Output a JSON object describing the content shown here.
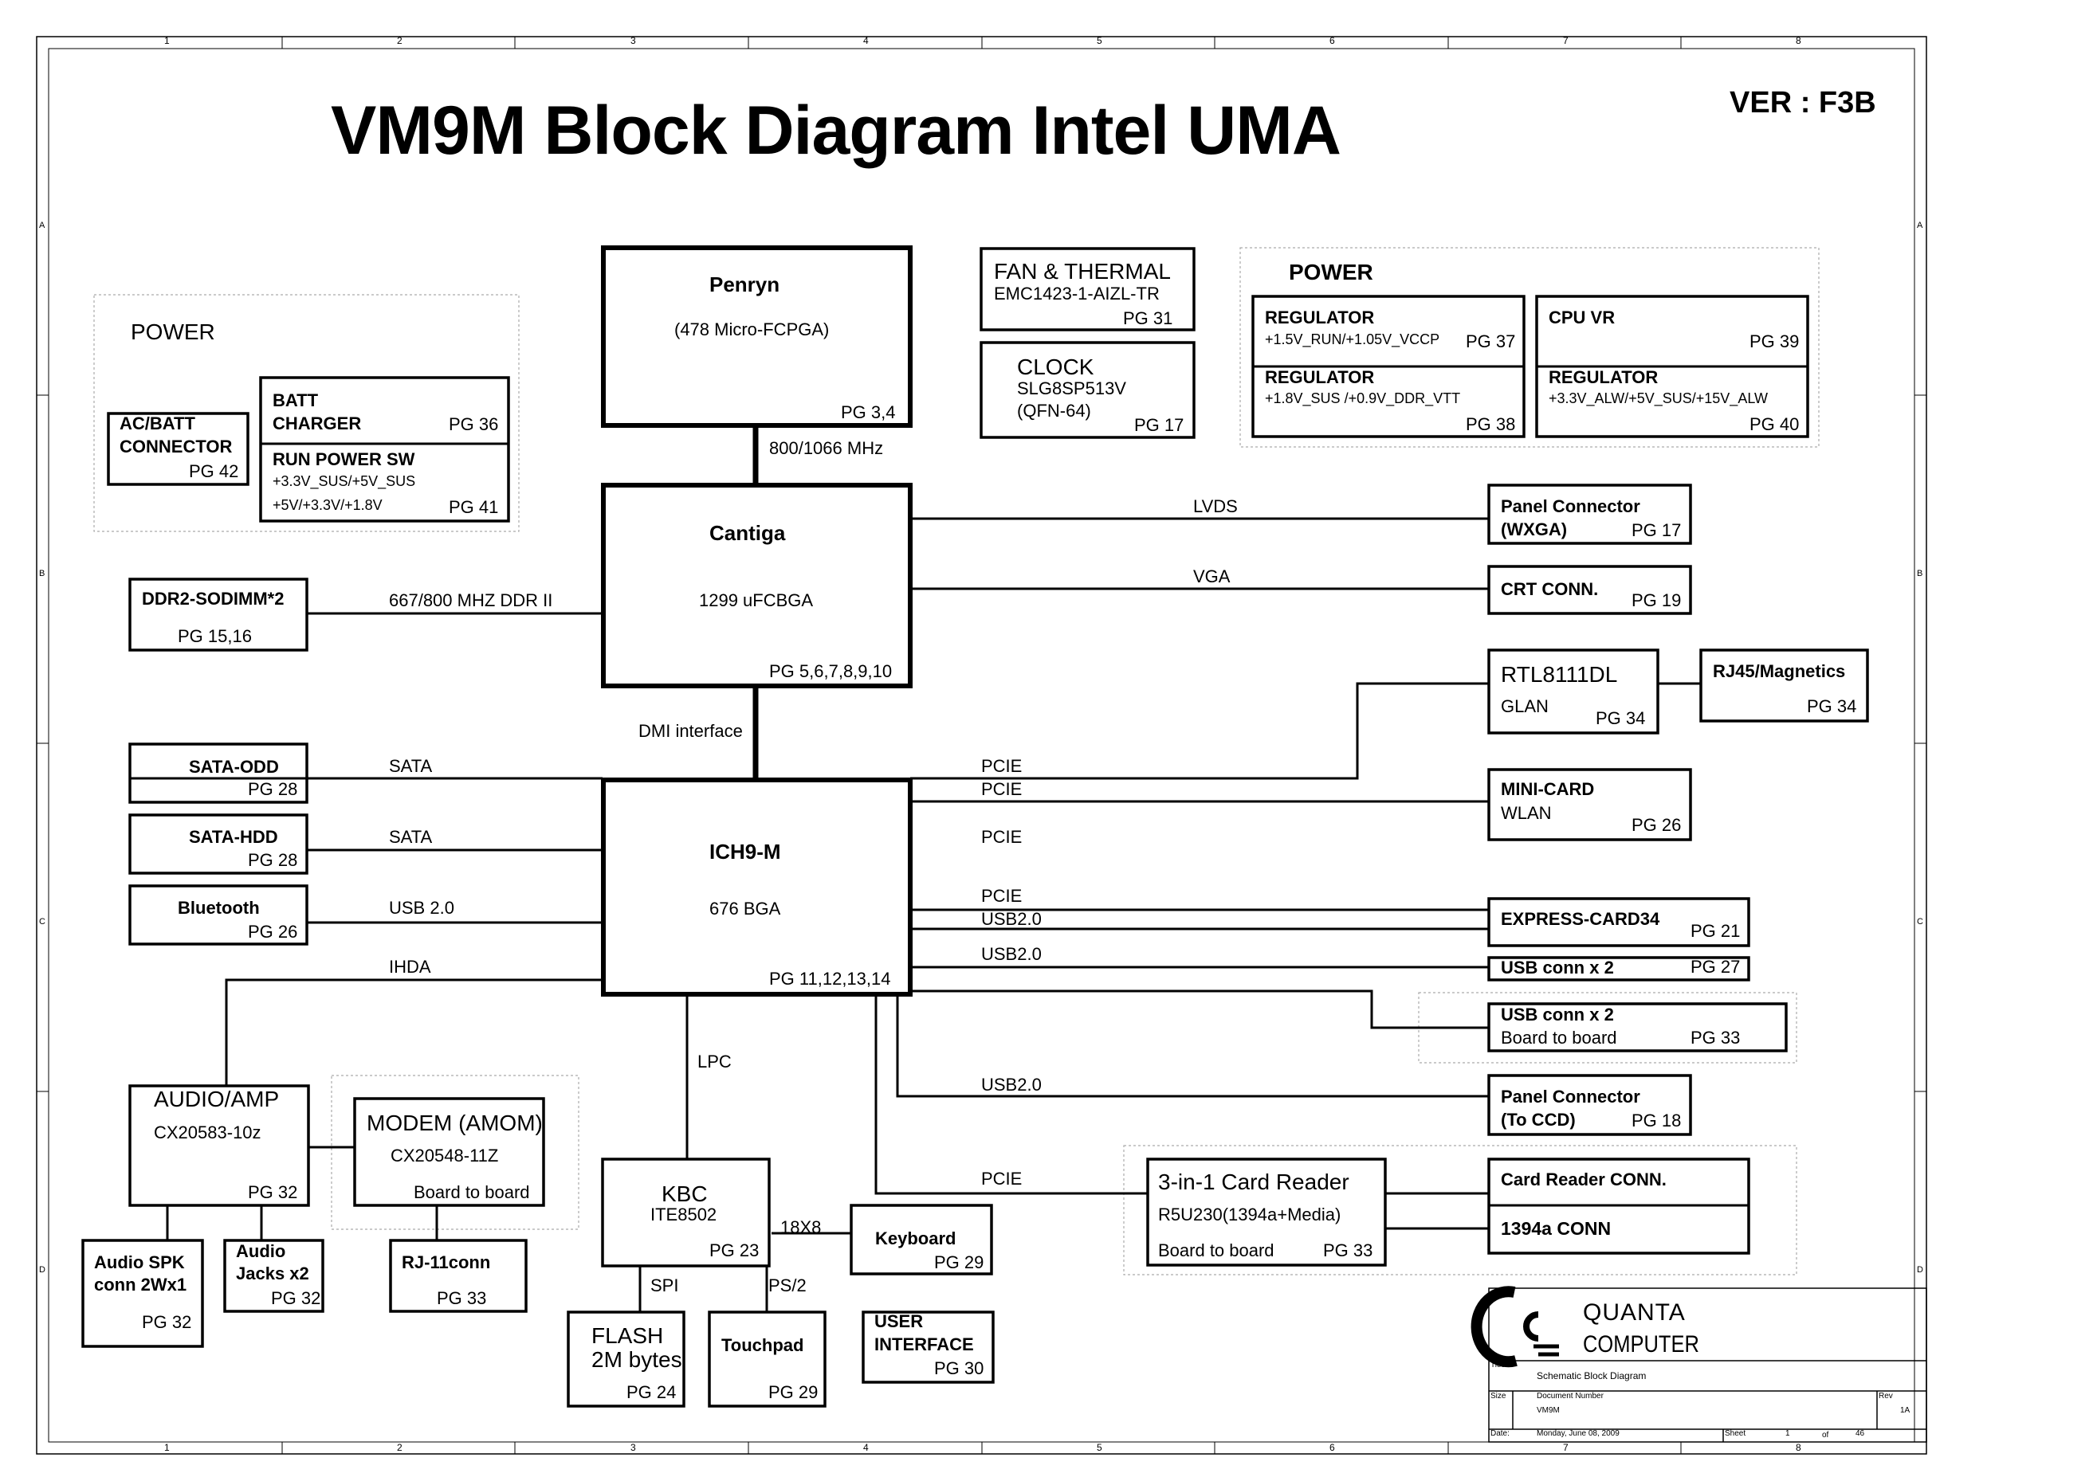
{
  "title": "VM9M Block Diagram Intel UMA",
  "version": "VER : F3B",
  "frame": {
    "col_numbers": [
      "1",
      "2",
      "3",
      "4",
      "5",
      "6",
      "7",
      "8"
    ],
    "row_letters": [
      "A",
      "B",
      "C",
      "D"
    ]
  },
  "blocks": {
    "cpu": {
      "name": "Penryn",
      "package": "(478 Micro-FCPGA)",
      "page": "PG 3,4"
    },
    "fsb": "800/1066 MHz",
    "nb": {
      "name": "Cantiga",
      "package": "1299 uFCBGA",
      "page": "PG 5,6,7,8,9,10"
    },
    "dmi": "DMI interface",
    "sb": {
      "name": "ICH9-M",
      "package": "676 BGA",
      "page": "PG 11,12,13,14"
    },
    "fan": {
      "line1": "FAN & THERMAL",
      "line2": "EMC1423-1-AIZL-TR",
      "page": "PG 31"
    },
    "clock": {
      "line1": "CLOCK",
      "line2": "SLG8SP513V",
      "line3": "(QFN-64)",
      "page": "PG 17"
    },
    "power_left": {
      "group_label": "POWER",
      "acbatt": {
        "line1": "AC/BATT",
        "line2": "CONNECTOR",
        "page": "PG 42"
      },
      "charger": {
        "line1": "BATT",
        "line2": "CHARGER",
        "page": "PG 36"
      },
      "runsw": {
        "line1": "RUN POWER SW",
        "line2": "+3.3V_SUS/+5V_SUS",
        "line3": "+5V/+3.3V/+1.8V",
        "page": "PG 41"
      }
    },
    "power_right": {
      "group_label": "POWER",
      "reg1": {
        "name": "REGULATOR",
        "rails": "+1.5V_RUN/+1.05V_VCCP",
        "page": "PG 37"
      },
      "reg2": {
        "name": "REGULATOR",
        "rails": "+1.8V_SUS /+0.9V_DDR_VTT",
        "page": "PG 38"
      },
      "cpuvr": {
        "name": "CPU VR",
        "page": "PG 39"
      },
      "reg3": {
        "name": "REGULATOR",
        "rails": "+3.3V_ALW/+5V_SUS/+15V_ALW",
        "page": "PG 40"
      }
    },
    "ddr": {
      "name": "DDR2-SODIMM*2",
      "page": "PG 15,16",
      "link": "667/800 MHZ DDR II"
    },
    "sata_odd": {
      "name": "SATA-ODD",
      "page": "PG 28",
      "link": "SATA"
    },
    "sata_hdd": {
      "name": "SATA-HDD",
      "page": "PG 28",
      "link": "SATA"
    },
    "bluetooth": {
      "name": "Bluetooth",
      "page": "PG 26",
      "link": "USB 2.0"
    },
    "ihda": "IHDA",
    "audio": {
      "line1": "AUDIO/AMP",
      "line2": "CX20583-10z",
      "page": "PG 32"
    },
    "modem": {
      "line1": "MODEM (AMOM)",
      "line2": "CX20548-11Z",
      "line3": "Board to board"
    },
    "spk": {
      "line1": "Audio  SPK",
      "line2": "conn 2Wx1",
      "page": "PG 32"
    },
    "jacks": {
      "line1": "Audio",
      "line2": "Jacks x2",
      "page": "PG 32"
    },
    "rj11": {
      "name": "RJ-11conn",
      "page": "PG 33"
    },
    "lpc": "LPC",
    "kbc": {
      "line1": "KBC",
      "line2": "ITE8502",
      "page": "PG 23"
    },
    "keyboard": {
      "name": "Keyboard",
      "page": "PG 29",
      "link": "18X8"
    },
    "flash": {
      "line1": "FLASH",
      "line2": "2M bytes",
      "page": "PG 24",
      "link": "SPI"
    },
    "touchpad": {
      "name": "Touchpad",
      "page": "PG 29",
      "link": "PS/2"
    },
    "ui": {
      "line1": "USER",
      "line2": "INTERFACE",
      "page": "PG 30"
    },
    "panel_wxga": {
      "line1": "Panel Connector",
      "line2": "(WXGA)",
      "page": "PG 17",
      "link": "LVDS"
    },
    "crt": {
      "name": "CRT CONN.",
      "page": "PG 19",
      "link": "VGA"
    },
    "rtl": {
      "line1": "RTL8111DL",
      "line2": "GLAN",
      "page": "PG 34"
    },
    "rj45": {
      "name": "RJ45/Magnetics",
      "page": "PG 34"
    },
    "minicard": {
      "line1": "MINI-CARD",
      "line2": "WLAN",
      "page": "PG 26"
    },
    "express": {
      "name": "EXPRESS-CARD34",
      "page": "PG 21"
    },
    "usb1": {
      "name": "USB conn x 2",
      "page": "PG 27"
    },
    "usb2": {
      "line1": "USB conn x 2",
      "line2": "Board to board",
      "page": "PG 33"
    },
    "panel_ccd": {
      "line1": "Panel Connector",
      "line2": "(To CCD)",
      "page": "PG 18"
    },
    "cardreader": {
      "line1": "3-in-1 Card Reader",
      "line2": "R5U230(1394a+Media)",
      "line3": "Board to board",
      "page": "PG 33"
    },
    "crconn": {
      "name": "Card Reader CONN."
    },
    "ieee1394": {
      "name": "1394a CONN"
    },
    "pcie_labels": [
      "PCIE",
      "PCIE",
      "PCIE",
      "PCIE",
      "PCIE"
    ],
    "usb_labels": [
      "USB2.0",
      "USB2.0",
      "USB2.0"
    ]
  },
  "titleblock": {
    "company1": "QUANTA",
    "company2": "COMPUTER",
    "title_label": "Title",
    "title_value": "Schematic Block Diagram",
    "size_label": "Size",
    "docnum_label": "Document Number",
    "docnum_value": "VM9M",
    "rev_label": "Rev",
    "rev_value": "1A",
    "date_label": "Date:",
    "date_value": "Monday, June 08, 2009",
    "sheet_label": "Sheet",
    "sheet_value": "1",
    "of_label": "of",
    "of_value": "46"
  }
}
